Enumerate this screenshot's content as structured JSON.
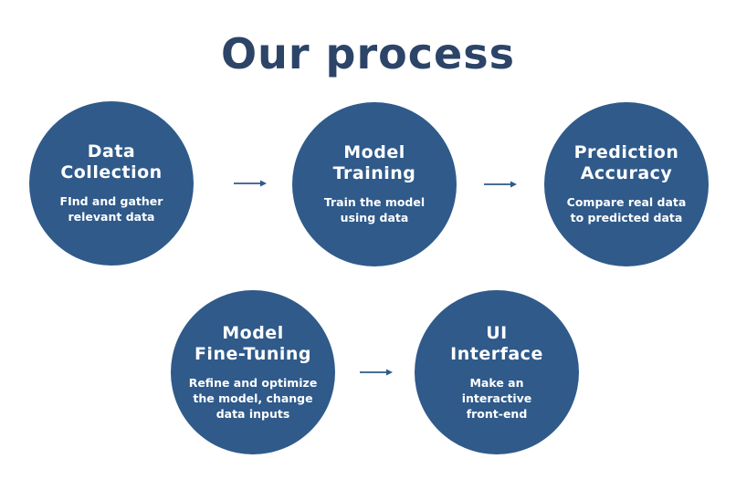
{
  "title": "Our process",
  "colors": {
    "title": "#2c4468",
    "circle": "#2f5a8a",
    "circle_text": "#ffffff",
    "arrow": "#2f5a8a"
  },
  "steps": [
    {
      "title": "Data\nCollection",
      "description": "FInd and gather\nrelevant data"
    },
    {
      "title": "Model\nTraining",
      "description": "Train the model\nusing data"
    },
    {
      "title": "Prediction\nAccuracy",
      "description": "Compare real data\nto predicted data"
    },
    {
      "title": "Model\nFine-Tuning",
      "description": "Refine and optimize\nthe model, change\ndata inputs"
    },
    {
      "title": "UI\nInterface",
      "description": "Make an\ninteractive\nfront-end"
    }
  ],
  "arrows": [
    {
      "icon": "arrow-right-icon"
    },
    {
      "icon": "arrow-right-icon"
    },
    {
      "icon": "arrow-right-icon"
    }
  ]
}
